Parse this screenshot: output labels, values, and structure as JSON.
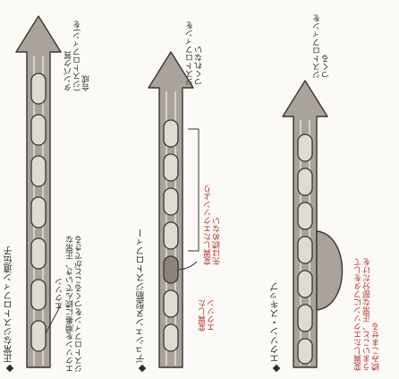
{
  "colors": {
    "background": "#fbfaf6",
    "arrow_fill": "#a9a39b",
    "outline": "#3a352e",
    "exon_fill": "#dedbd3",
    "mutated_exon_fill": "#8a847b",
    "red_text": "#b8322a"
  },
  "panels": [
    {
      "title": "正常なジストロフィン遺伝子",
      "top_label_lines": [
        "タンパク質",
        "(ジストロフィン)を",
        "合成"
      ],
      "exon_label": "エクソン",
      "note_lines": [
        "エクソンを順番に読んでいき、正常な",
        "ジストロフィンをつくることができる"
      ]
    },
    {
      "title": "デュシェンヌ型筋ジストロフィー",
      "top_label_lines": [
        "ジストロフィンを",
        "つくれない"
      ],
      "bracket_note_lines": [
        "変異したエクソンより",
        "先は読めない"
      ],
      "mutated_label_lines": [
        "変異した",
        "エクソン"
      ]
    },
    {
      "title": "エクソン・スキップ",
      "top_label_lines": [
        "ジストロフィンを",
        "つくる"
      ],
      "note_lines": [
        "変異したエクソンにフタをして",
        "うまいこと、正常な部分だけを",
        "読みこませる"
      ]
    }
  ]
}
